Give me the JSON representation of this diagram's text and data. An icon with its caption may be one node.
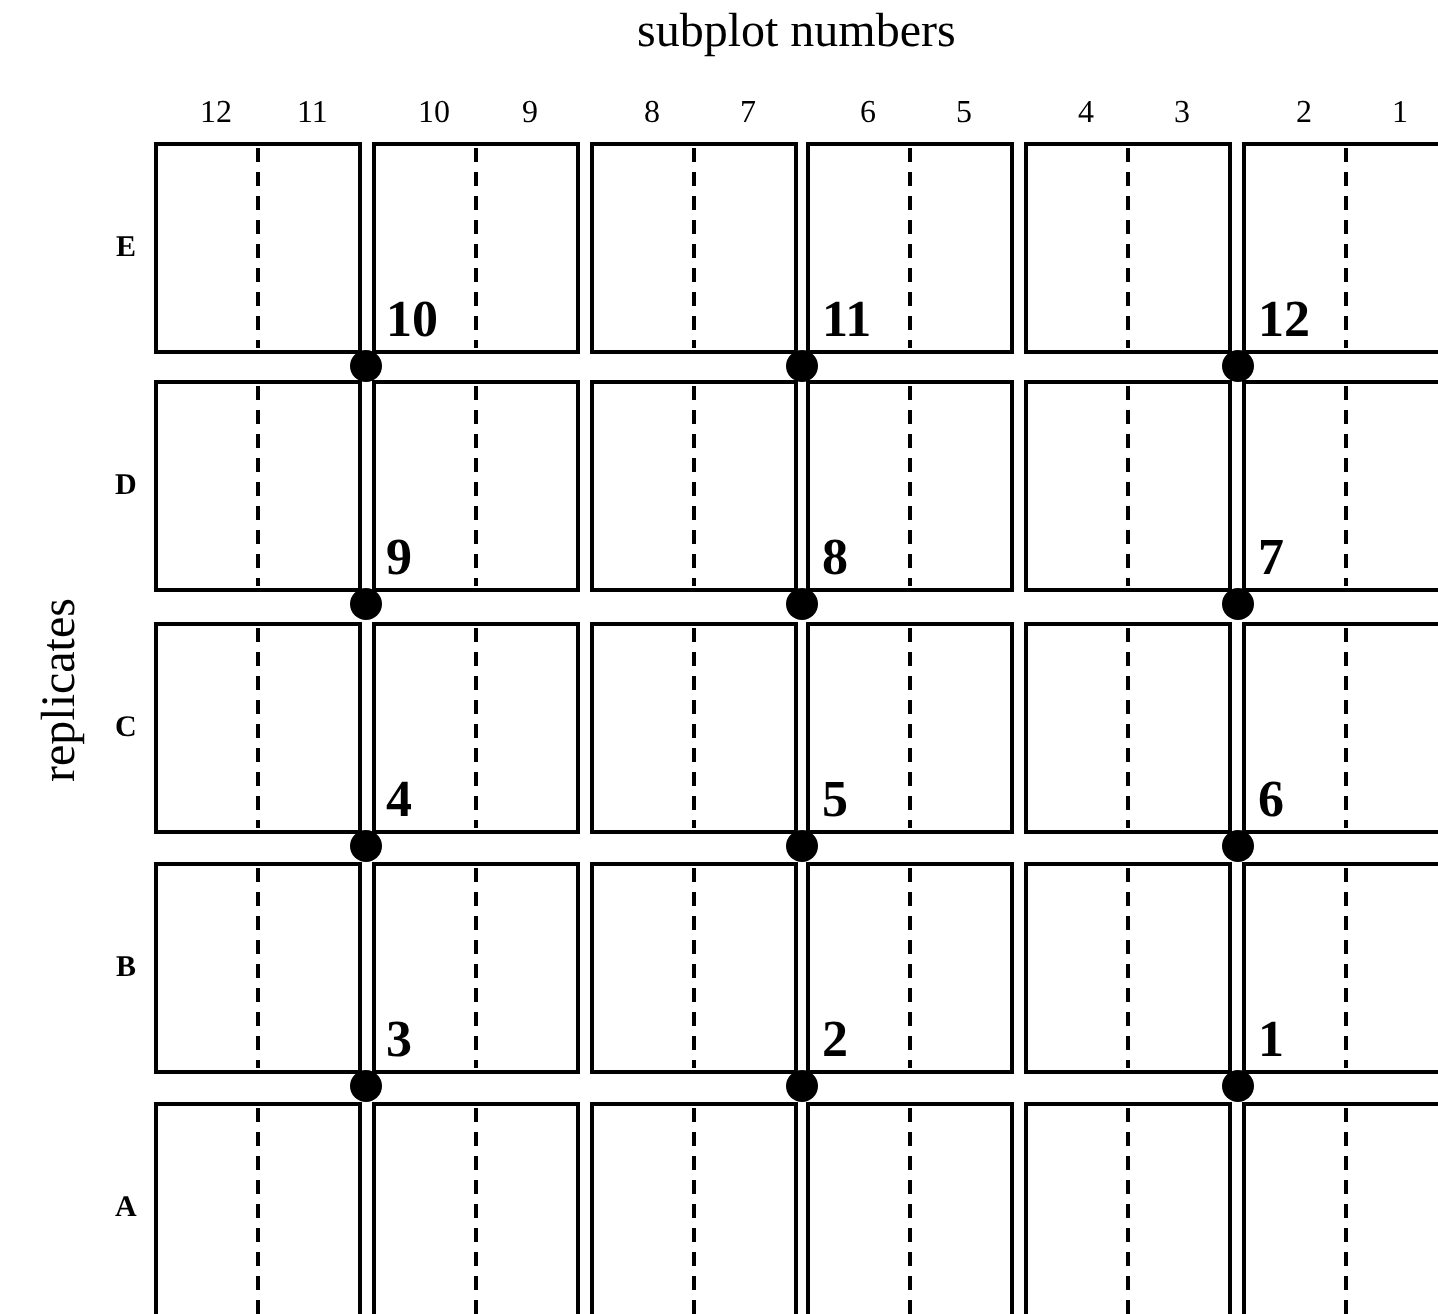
{
  "diagram": {
    "labels": [
      "subplot numbers",
      "12",
      "11",
      "10",
      "9",
      "8",
      "7",
      "6",
      "5",
      "4",
      "3",
      "2",
      "1",
      "replicates",
      "E",
      "10",
      "11",
      "12",
      "D",
      "9",
      "8",
      "7",
      "C",
      "4",
      "5",
      "6",
      "B",
      "3",
      "2",
      "1",
      "A"
    ]
  }
}
